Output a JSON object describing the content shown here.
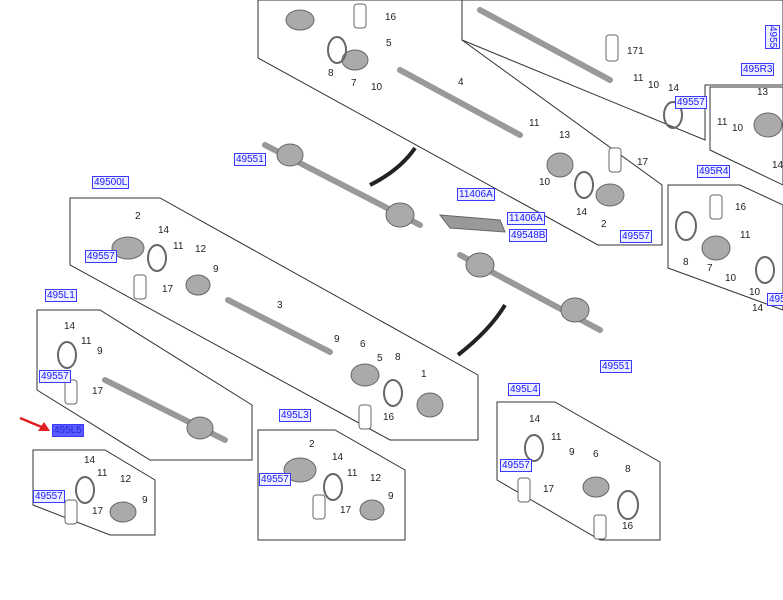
{
  "refs": [
    "49551",
    "49500L",
    "49557",
    "495L1",
    "49557",
    "495L5",
    "49557",
    "495L3",
    "49557",
    "495L4",
    "49557",
    "11406A",
    "11406A",
    "49548B",
    "49557",
    "49551",
    "49557",
    "495R3",
    "495R4",
    "495",
    "4955"
  ],
  "highlighted_ref": "495L5",
  "part_numbers": [
    "16",
    "8",
    "7",
    "10",
    "5",
    "4",
    "11",
    "13",
    "10",
    "17",
    "14",
    "2",
    "171",
    "11",
    "10",
    "14",
    "2",
    "14",
    "11",
    "12",
    "9",
    "17",
    "3",
    "9",
    "6",
    "5",
    "8",
    "1",
    "16",
    "14",
    "11",
    "9",
    "17",
    "14",
    "11",
    "12",
    "9",
    "17",
    "2",
    "14",
    "11",
    "12",
    "9",
    "17",
    "14",
    "11",
    "9",
    "6",
    "8",
    "17",
    "16",
    "11",
    "10",
    "13",
    "14",
    "16",
    "8",
    "7",
    "10",
    "11",
    "10",
    "14"
  ],
  "colors": {
    "ref_border": "#3a3aff",
    "ref_highlight": "#5a5cff",
    "arrow": "#e02020",
    "outline": "#333333",
    "part": "#9a9a9a"
  }
}
